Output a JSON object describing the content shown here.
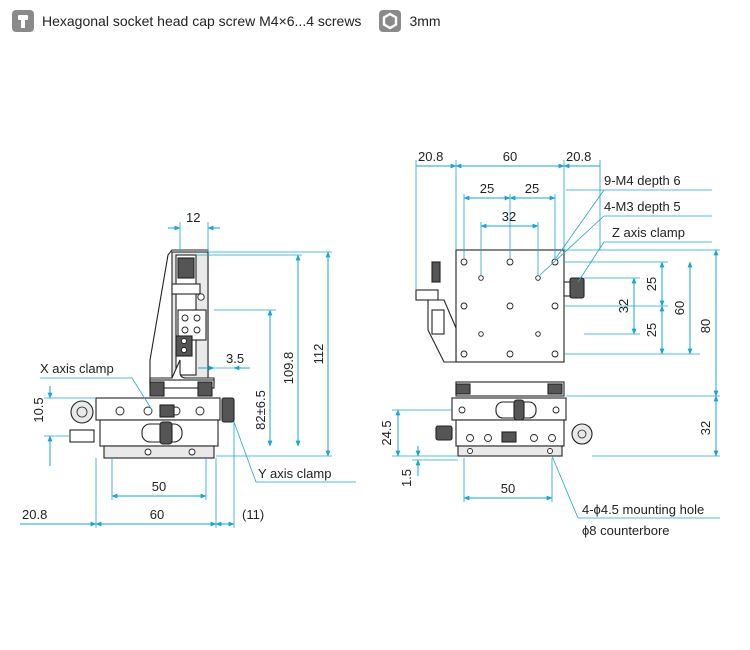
{
  "header": {
    "screw_text": "Hexagonal socket head cap screw M4×6...4 screws",
    "wrench_text": "3mm",
    "screw_icon": "socket-screw-icon",
    "wrench_icon": "hex-wrench-icon"
  },
  "colors": {
    "dimension": "#1aa4d6",
    "outline": "#222222",
    "icon": "#8a8a8a"
  },
  "side_view": {
    "dims": {
      "top_width": "12",
      "offset": "3.5",
      "range": "82±6.5",
      "height_a": "109.8",
      "height_total": "112",
      "base_height": "10.5",
      "hole_pitch": "50",
      "left_offset": "20.8",
      "width": "60",
      "clamp_offset": "(11)"
    },
    "labels": {
      "x_clamp": "X axis clamp",
      "y_clamp": "Y axis clamp"
    }
  },
  "front_view": {
    "dims": {
      "left_offset": "20.8",
      "width": "60",
      "right_offset": "20.8",
      "pitch_a": "25",
      "pitch_b": "25",
      "inner_pitch": "32",
      "v_inner": "32",
      "v_25_a": "25",
      "v_25_b": "25",
      "v_60": "60",
      "v_80": "80",
      "v_32": "32",
      "base_height": "24.5",
      "base_offset": "1.5",
      "base_pitch": "50"
    },
    "labels": {
      "m4": "9-M4 depth 6",
      "m3": "4-M3 depth 5",
      "z_clamp": "Z axis clamp",
      "mount_1": "4-ϕ4.5 mounting hole",
      "mount_2": "ϕ8 counterbore"
    }
  }
}
